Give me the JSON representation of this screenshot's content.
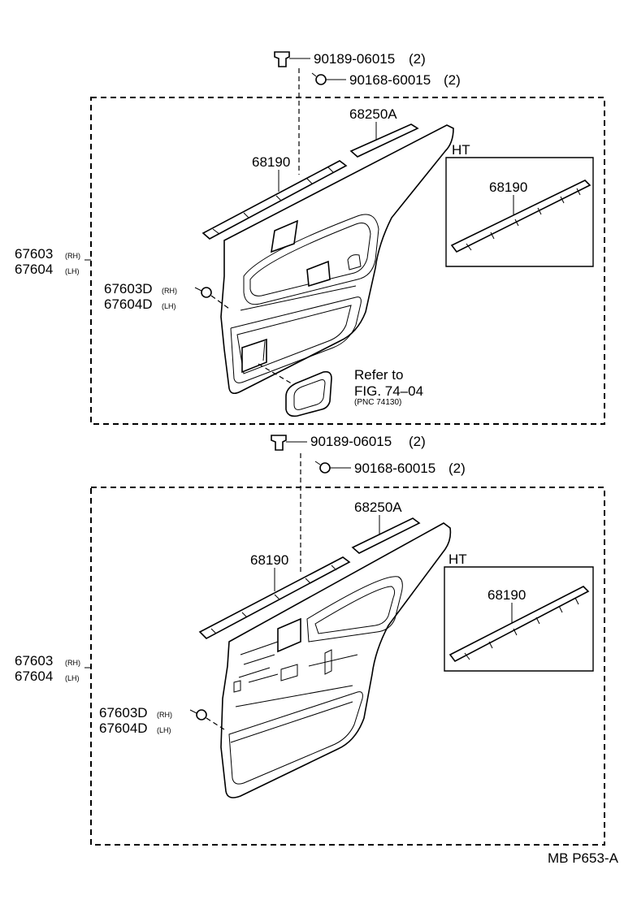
{
  "top": {
    "clip": "90189-06015",
    "clip_qty": "(2)",
    "screw": "90168-60015",
    "screw_qty": "(2)",
    "weatherstrip_a": "68250A",
    "weatherstrip": "68190",
    "ht_label": "HT",
    "ht_weatherstrip": "68190",
    "board_rh": "67603",
    "board_rh_tag": "(RH)",
    "board_lh": "67604",
    "board_lh_tag": "(LH)",
    "clip_rh": "67603D",
    "clip_rh_tag": "(RH)",
    "clip_lh": "67604D",
    "clip_lh_tag": "(LH)",
    "refer_line1": "Refer to",
    "refer_line2": "FIG. 74–04",
    "refer_line3": "(PNC 74130)"
  },
  "bottom": {
    "clip": "90189-06015",
    "clip_qty": "(2)",
    "screw": "90168-60015",
    "screw_qty": "(2)",
    "weatherstrip_a": "68250A",
    "weatherstrip": "68190",
    "ht_label": "HT",
    "ht_weatherstrip": "68190",
    "board_rh": "67603",
    "board_rh_tag": "(RH)",
    "board_lh": "67604",
    "board_lh_tag": "(LH)",
    "clip_rh": "67603D",
    "clip_rh_tag": "(RH)",
    "clip_lh": "67604D",
    "clip_lh_tag": "(LH)"
  },
  "figure_code": "MB P653-A"
}
